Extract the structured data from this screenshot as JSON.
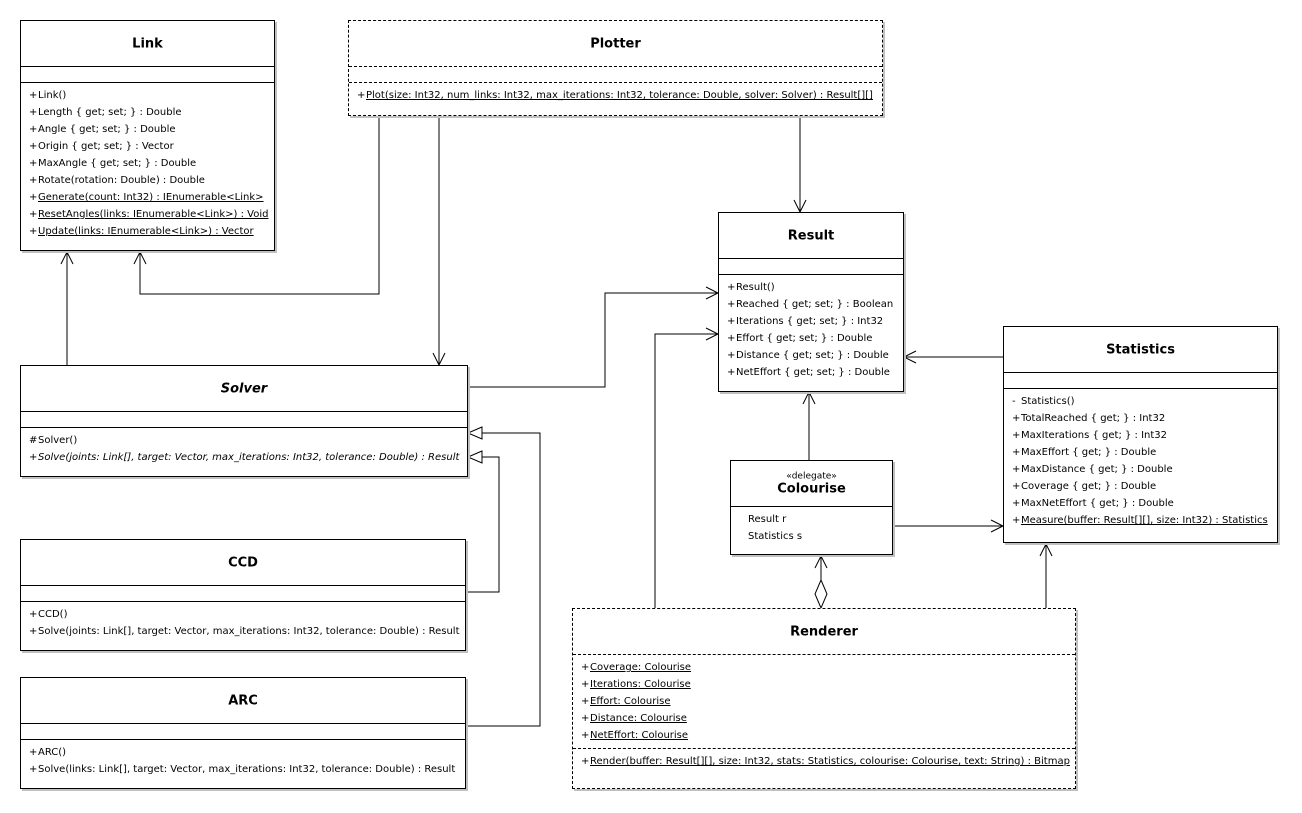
{
  "classes": {
    "link": {
      "name": "Link",
      "attributes": [],
      "operations": [
        {
          "vis": "+",
          "sig": "Link()"
        },
        {
          "vis": "+",
          "sig": "Length { get; set; } : Double"
        },
        {
          "vis": "+",
          "sig": "Angle { get; set; } : Double"
        },
        {
          "vis": "+",
          "sig": "Origin { get; set; } : Vector"
        },
        {
          "vis": "+",
          "sig": "MaxAngle { get; set; } : Double"
        },
        {
          "vis": "+",
          "sig": "Rotate(rotation: Double) : Double"
        },
        {
          "vis": "+",
          "sig": "Generate(count: Int32) : IEnumerable<Link>"
        },
        {
          "vis": "+",
          "sig": "ResetAngles(links: IEnumerable<Link>) : Void"
        },
        {
          "vis": "+",
          "sig": "Update(links: IEnumerable<Link>) : Vector"
        }
      ]
    },
    "plotter": {
      "name": "Plotter",
      "attributes": [],
      "operations": [
        {
          "vis": "+",
          "sig": "Plot(size: Int32, num_links: Int32, max_iterations: Int32, tolerance: Double, solver: Solver) : Result[][]"
        }
      ]
    },
    "result": {
      "name": "Result",
      "attributes": [],
      "operations": [
        {
          "vis": "+",
          "sig": "Result()"
        },
        {
          "vis": "+",
          "sig": "Reached { get; set; } : Boolean"
        },
        {
          "vis": "+",
          "sig": "Iterations { get; set; } : Int32"
        },
        {
          "vis": "+",
          "sig": "Effort { get; set; } : Double"
        },
        {
          "vis": "+",
          "sig": "Distance { get; set; } : Double"
        },
        {
          "vis": "+",
          "sig": "NetEffort { get; set; } : Double"
        }
      ]
    },
    "statistics": {
      "name": "Statistics",
      "attributes": [],
      "operations": [
        {
          "vis": "-",
          "sig": "Statistics()"
        },
        {
          "vis": "+",
          "sig": "TotalReached { get; } : Int32"
        },
        {
          "vis": "+",
          "sig": "MaxIterations { get; } : Int32"
        },
        {
          "vis": "+",
          "sig": "MaxEffort { get; } : Double"
        },
        {
          "vis": "+",
          "sig": "MaxDistance { get; } : Double"
        },
        {
          "vis": "+",
          "sig": "Coverage { get; } : Double"
        },
        {
          "vis": "+",
          "sig": "MaxNetEffort { get; } : Double"
        },
        {
          "vis": "+",
          "sig": "Measure(buffer: Result[][], size: Int32) : Statistics"
        }
      ]
    },
    "solver": {
      "name": "Solver",
      "attributes": [],
      "operations": [
        {
          "vis": "#",
          "sig": "Solver()"
        },
        {
          "vis": "+",
          "sig": "Solve(joints: Link[], target: Vector, max_iterations: Int32, tolerance: Double) : Result"
        }
      ]
    },
    "colourise": {
      "stereotype": "«delegate»",
      "name": "Colourise",
      "attributes": [
        {
          "vis": "",
          "sig": "Result r"
        },
        {
          "vis": "",
          "sig": "Statistics s"
        }
      ]
    },
    "ccd": {
      "name": "CCD",
      "attributes": [],
      "operations": [
        {
          "vis": "+",
          "sig": "CCD()"
        },
        {
          "vis": "+",
          "sig": "Solve(joints: Link[], target: Vector, max_iterations: Int32, tolerance: Double) : Result"
        }
      ]
    },
    "arc": {
      "name": "ARC",
      "attributes": [],
      "operations": [
        {
          "vis": "+",
          "sig": "ARC()"
        },
        {
          "vis": "+",
          "sig": "Solve(links: Link[], target: Vector, max_iterations: Int32, tolerance: Double) : Result"
        }
      ]
    },
    "renderer": {
      "name": "Renderer",
      "attributes": [
        {
          "vis": "+",
          "sig": "Coverage: Colourise"
        },
        {
          "vis": "+",
          "sig": "Iterations: Colourise"
        },
        {
          "vis": "+",
          "sig": "Effort: Colourise"
        },
        {
          "vis": "+",
          "sig": "Distance: Colourise"
        },
        {
          "vis": "+",
          "sig": "NetEffort: Colourise"
        }
      ],
      "operations": [
        {
          "vis": "+",
          "sig": "Render(buffer: Result[][], size: Int32, stats: Statistics, colourise: Colourise, text: String) : Bitmap"
        }
      ]
    }
  }
}
